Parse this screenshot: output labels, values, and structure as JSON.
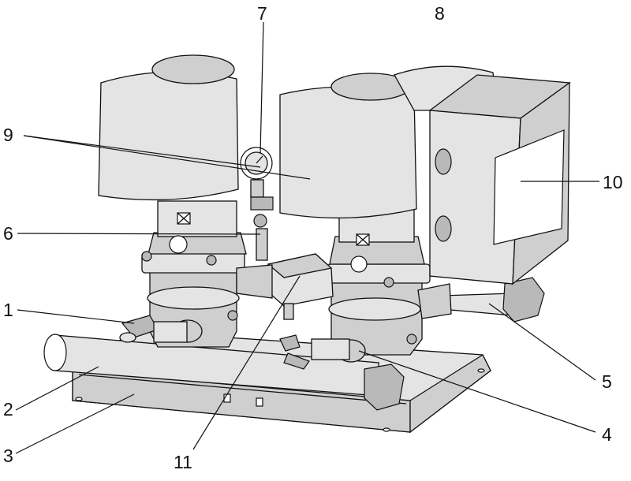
{
  "callouts": [
    {
      "id": "1",
      "text": "1"
    },
    {
      "id": "2",
      "text": "2"
    },
    {
      "id": "3",
      "text": "3"
    },
    {
      "id": "4",
      "text": "4"
    },
    {
      "id": "5",
      "text": "5"
    },
    {
      "id": "6",
      "text": "6"
    },
    {
      "id": "7",
      "text": "7"
    },
    {
      "id": "8",
      "text": "8"
    },
    {
      "id": "9",
      "text": "9"
    },
    {
      "id": "10",
      "text": "10"
    },
    {
      "id": "11",
      "text": "11"
    }
  ]
}
